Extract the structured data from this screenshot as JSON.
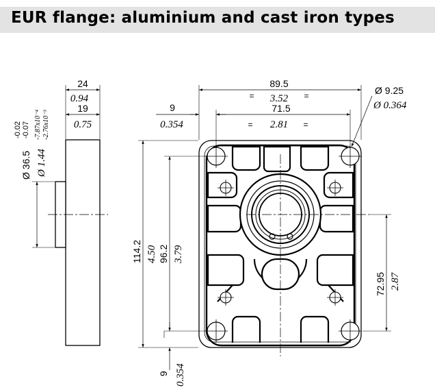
{
  "title": "EUR flange: aluminium and cast iron types",
  "side_view": {
    "dim_width_mm": "24",
    "dim_width_in": "0.94",
    "dim_step_mm": "19",
    "dim_step_in": "0.75",
    "dim_pilot_mm": "Ø 36.5",
    "dim_pilot_tol_mm": [
      "-0.02",
      "-0.07"
    ],
    "dim_pilot_in": "Ø 1.44",
    "dim_pilot_tol_in": [
      "-7.87x10⁻⁴",
      "-2.76x10⁻³"
    ]
  },
  "front_view": {
    "dim_width_mm": "89.5",
    "dim_width_in": "3.52",
    "dim_inner_mm": "71.5",
    "dim_inner_in": "2.81",
    "dim_offset_mm": "9",
    "dim_offset_in": "0.354",
    "dim_hole_mm": "Ø 9.25",
    "dim_hole_in": "Ø 0.364",
    "dim_height_mm": "114.2",
    "dim_height_in": "4.50",
    "dim_inner_h_mm": "96.2",
    "dim_inner_h_in": "3.79",
    "dim_center_h_mm": "72.95",
    "dim_center_h_in": "2.87",
    "dim_bottom_mm": "9",
    "dim_bottom_in": "0.354",
    "equal_mark": "="
  }
}
